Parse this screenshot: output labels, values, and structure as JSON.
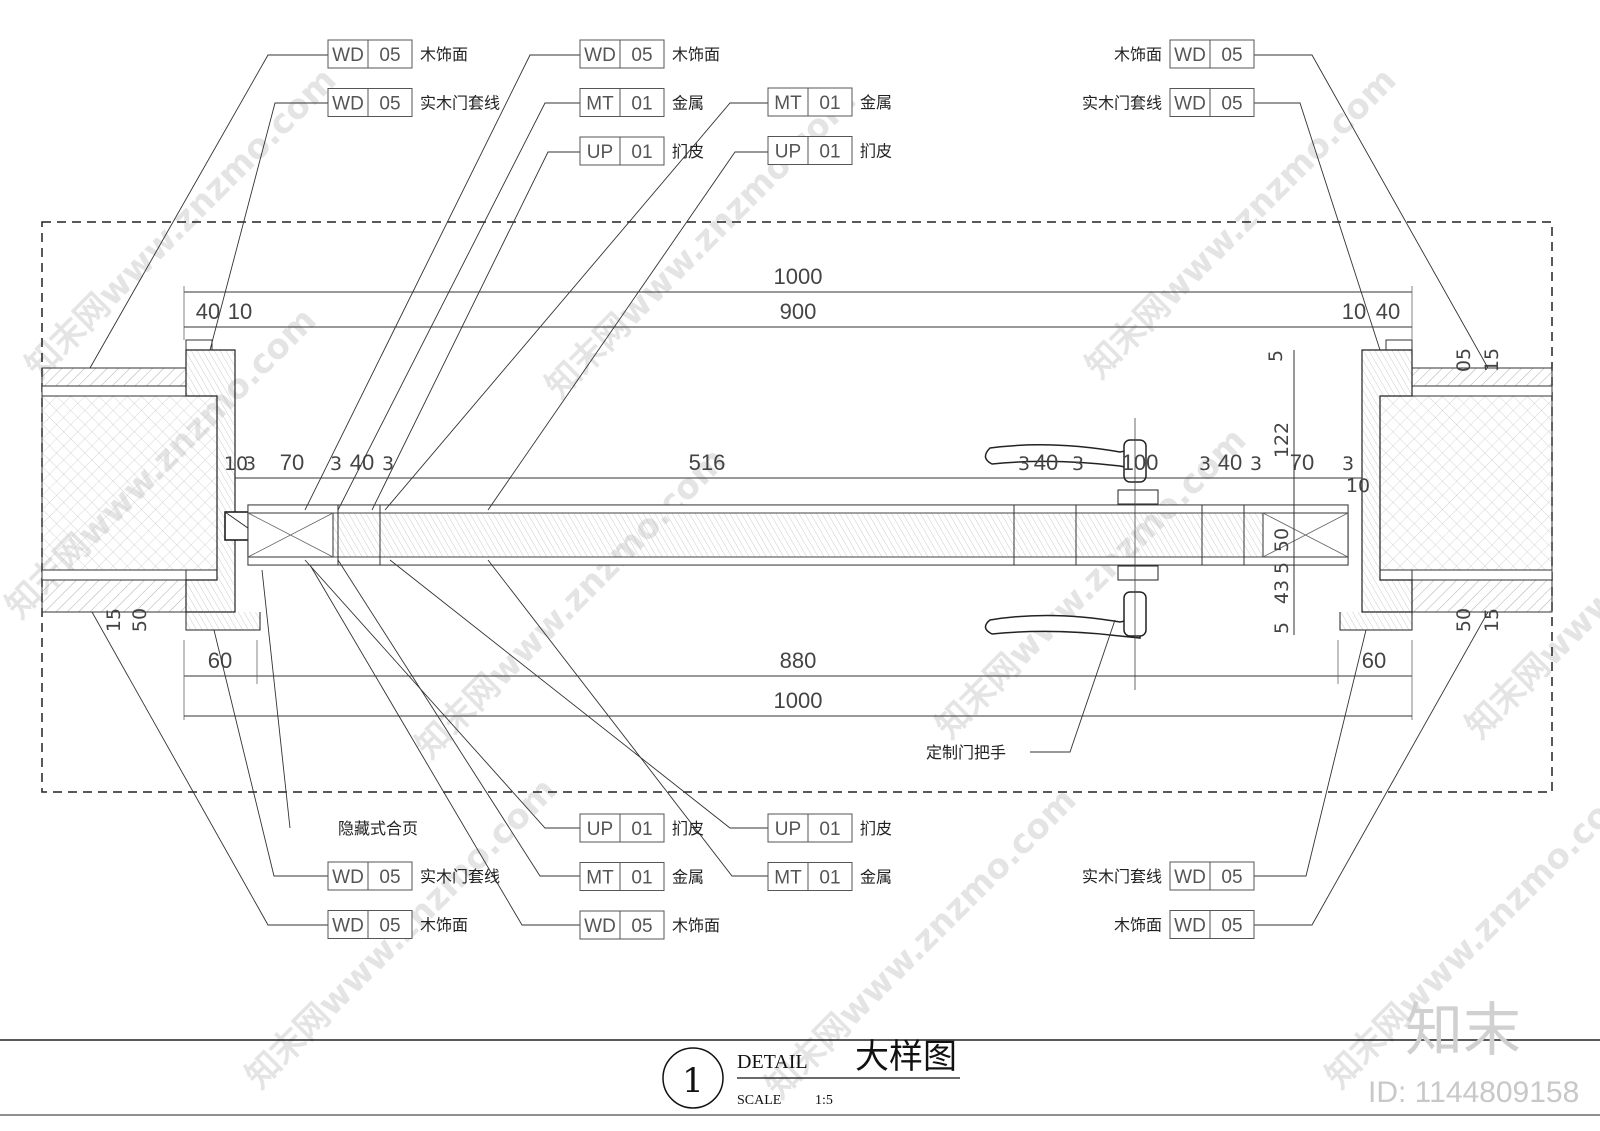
{
  "tags": {
    "top_left": [
      {
        "code": "WD",
        "num": "05",
        "desc": "木饰面"
      },
      {
        "code": "WD",
        "num": "05",
        "desc": "实木门套线"
      }
    ],
    "top_center_left": [
      {
        "code": "WD",
        "num": "05",
        "desc": "木饰面"
      },
      {
        "code": "MT",
        "num": "01",
        "desc": "金属"
      },
      {
        "code": "UP",
        "num": "01",
        "desc": "扪皮"
      }
    ],
    "top_center_right": [
      {
        "code": "MT",
        "num": "01",
        "desc": "金属"
      },
      {
        "code": "UP",
        "num": "01",
        "desc": "扪皮"
      }
    ],
    "top_right": [
      {
        "code": "WD",
        "num": "05",
        "desc": "木饰面"
      },
      {
        "code": "WD",
        "num": "05",
        "desc": "实木门套线"
      }
    ],
    "bottom_left": [
      {
        "code": "WD",
        "num": "05",
        "desc": "实木门套线"
      },
      {
        "code": "WD",
        "num": "05",
        "desc": "木饰面"
      }
    ],
    "bottom_center_left": [
      {
        "code": "UP",
        "num": "01",
        "desc": "扪皮"
      },
      {
        "code": "MT",
        "num": "01",
        "desc": "金属"
      },
      {
        "code": "WD",
        "num": "05",
        "desc": "木饰面"
      }
    ],
    "bottom_center_right": [
      {
        "code": "UP",
        "num": "01",
        "desc": "扪皮"
      },
      {
        "code": "MT",
        "num": "01",
        "desc": "金属"
      }
    ],
    "bottom_right": [
      {
        "code": "WD",
        "num": "05",
        "desc": "实木门套线"
      },
      {
        "code": "WD",
        "num": "05",
        "desc": "木饰面"
      }
    ]
  },
  "notes": {
    "hinge": "隐藏式合页",
    "handle": "定制门把手"
  },
  "dims": {
    "top_total": "1000",
    "top_inner": "900",
    "top_left_a": "40",
    "top_left_b": "10",
    "top_right_a": "10",
    "top_right_b": "40",
    "top_right_c": "05",
    "top_right_d": "15",
    "top_right_e": "5",
    "mid_left_a": "10",
    "mid_left_b": "3",
    "mid_70_left": "70",
    "mid_3a": "3",
    "mid_40a": "40",
    "mid_3b": "3",
    "mid_516": "516",
    "mid_3c": "3",
    "mid_40b": "40",
    "mid_3d": "3",
    "mid_100": "100",
    "mid_3e": "3",
    "mid_40c": "40",
    "mid_3f": "3",
    "mid_70_right": "70",
    "mid_3g": "3",
    "mid_10": "10",
    "side_122": "122",
    "side_50": "50",
    "side_43": "43",
    "side_5a": "5",
    "side_5b": "5",
    "bottom_left_15": "15",
    "bottom_left_50": "50",
    "bottom_60_left": "60",
    "bottom_880": "880",
    "bottom_60_right": "60",
    "bottom_total": "1000",
    "bottom_right_50": "50",
    "bottom_right_15": "15"
  },
  "title": {
    "number": "1",
    "detail": "DETAIL",
    "name": "大样图",
    "scale_label": "SCALE",
    "scale_value": "1:5"
  },
  "watermark": {
    "brand": "知末",
    "id": "ID: 1144809158",
    "site": "知末网www.znzmo.com"
  }
}
